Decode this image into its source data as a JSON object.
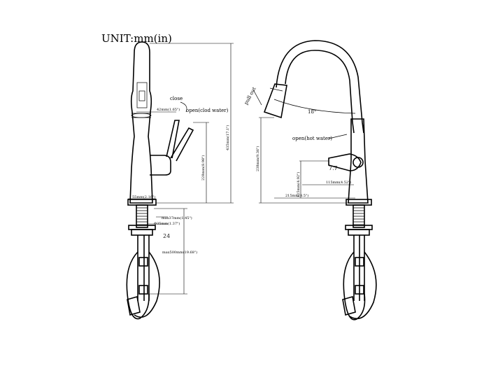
{
  "title": "UNIT:mm(in)",
  "left_view": {
    "close_label": "close",
    "open_cold_label": "open(clod water)",
    "dim_spray_head": "42mm(1.65\")",
    "dim_height_total": "435mm(17.1\")",
    "dim_handle_height": "228mm(8.98\")",
    "dim_base_width": "55mm(2.16\")",
    "dim_counter_max": "max37mm(1.45\")",
    "dim_hole": "Φ35mm(1.37\")",
    "label_24": "24",
    "dim_hose": "max500mm(19.68\")"
  },
  "right_view": {
    "pull_out_label": "pull out",
    "angle_label": "18°",
    "open_hot_label": "open(hot water)",
    "dim_spout_height": "238mm(9.36\")",
    "dim_handle_reach": "115mm(4.52\")",
    "dim_handle_h": "125mm(4.92\")",
    "dim_reach": "215mm(8.5\")",
    "label_77": "7.7"
  }
}
